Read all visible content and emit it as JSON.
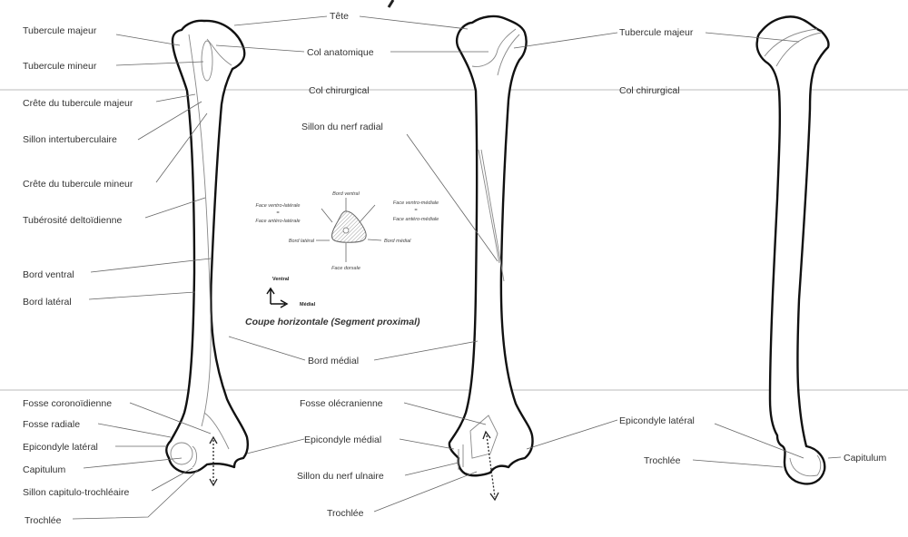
{
  "labels": {
    "tete": "Tête",
    "col_anatomique": "Col anatomique",
    "col_chirurgical_mid": "Col chirurgical",
    "col_chirurgical_right": "Col chirurgical",
    "tubercule_majeur_left": "Tubercule majeur",
    "tubercule_majeur_right": "Tubercule majeur",
    "tubercule_mineur": "Tubercule mineur",
    "crete_tubercule_majeur": "Crête du tubercule majeur",
    "sillon_intertuberculaire": "Sillon intertuberculaire",
    "crete_tubercule_mineur": "Crête du tubercule mineur",
    "tuberosite_deltoidienne": "Tubérosité deltoïdienne",
    "bord_ventral": "Bord ventral",
    "bord_lateral": "Bord latéral",
    "sillon_nerf_radial": "Sillon du nerf radial",
    "bord_medial": "Bord médial",
    "fosse_coronoidienne": "Fosse coronoïdienne",
    "fosse_radiale": "Fosse radiale",
    "epicondyle_lateral_left": "Epicondyle latéral",
    "capitulum_left": "Capitulum",
    "sillon_capitulo": "Sillon capitulo-trochléaire",
    "trochlee_left": "Trochlée",
    "fosse_olecranienne": "Fosse olécranienne",
    "epicondyle_medial": "Epicondyle médial",
    "sillon_nerf_ulnaire": "Sillon du nerf ulnaire",
    "trochlee_mid": "Trochlée",
    "epicondyle_lateral_right": "Epicondyle latéral",
    "trochlee_right": "Trochlée",
    "capitulum_right": "Capitulum"
  },
  "cross_section": {
    "bord_ventral": "Bord ventral",
    "face_ventro_laterale": "Face ventro-latérale",
    "equals_1": "=",
    "face_antero_laterale": "Face antéro-latérale",
    "face_ventro_mediale": "Face ventro-médiale",
    "equals_2": "=",
    "face_antero_mediale": "Face antéro-médiale",
    "bord_lateral": "Bord latéral",
    "bord_medial": "Bord médial",
    "face_dorsale": "Face dorsale",
    "axis_ventral": "Ventral",
    "axis_medial": "Médial",
    "caption": "Coupe horizontale (Segment proximal)"
  },
  "colors": {
    "bone_outline": "#111111",
    "detail_line": "#888888",
    "leader_line": "#666666",
    "guide_line": "#bbbbbb",
    "text": "#333333"
  }
}
